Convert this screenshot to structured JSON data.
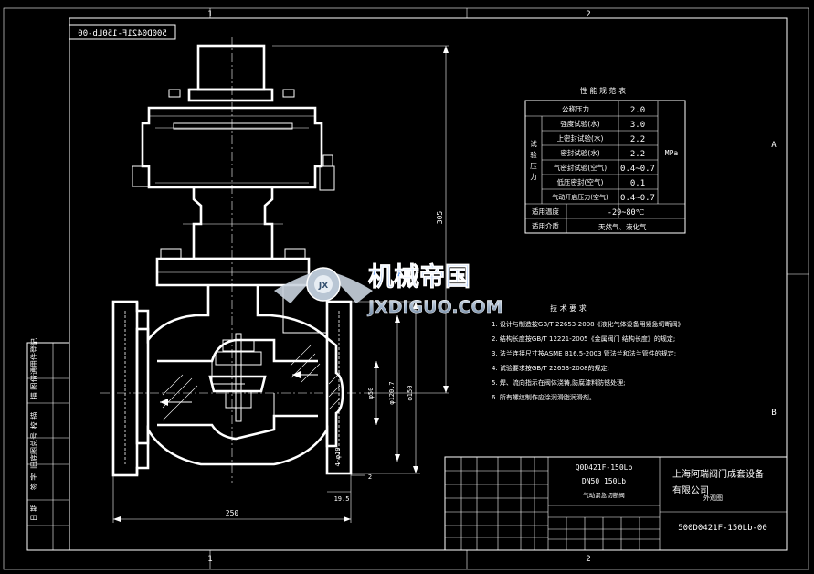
{
  "frame": {
    "zone_top_1": "1",
    "zone_top_2": "2",
    "zone_bottom_1": "1",
    "zone_bottom_2": "2",
    "zone_right_a": "A",
    "zone_right_b": "B"
  },
  "drawing_code_mirrored": "500D0421F-150Lb-00",
  "left_strip": [
    "借通用件登记",
    "描 图",
    "校 描",
    "旧底图总号",
    "签 字",
    "日 期"
  ],
  "spec_table": {
    "title": "性 能 规 范 表",
    "group_label": [
      "试",
      "验",
      "压",
      "力"
    ],
    "rows": [
      {
        "label": "公称压力",
        "value": "2.0"
      },
      {
        "label": "强度试验(水)",
        "value": "3.0"
      },
      {
        "label": "上密封试验(水)",
        "value": "2.2"
      },
      {
        "label": "密封试验(水)",
        "value": "2.2"
      },
      {
        "label": "气密封试验(空气)",
        "value": "0.4~0.7"
      },
      {
        "label": "低压密封(空气)",
        "value": "0.1"
      },
      {
        "label": "气动开启压力(空气)",
        "value": "0.4~0.7"
      }
    ],
    "unit": "MPa",
    "temp_label": "适用温度",
    "temp_value": "-29~80℃",
    "medium_label": "适用介质",
    "medium_value": "天然气、液化气"
  },
  "watermark": {
    "cn": "机械帝国",
    "en": "JXDIGUO.COM",
    "emblem": "JX"
  },
  "tech_req": {
    "title": "技 术 要 求",
    "items": [
      "1. 设计与制造按GB/T 22653-2008《液化气体设备用紧急切断阀》",
      "2. 结构长度按GB/T 12221-2005《金属阀门 结构长度》的规定;",
      "3. 法兰连接尺寸按ASME B16.5-2003 管法兰和法兰管件的规定;",
      "4. 试验要求按GB/T 22653-2008的规定;",
      "5. 焊、流向指示在阀体浇铸,防腐漆料防锈处理;",
      "6. 所有螺纹制作应涂润滑脂润滑剂。"
    ]
  },
  "dims": {
    "height": "305",
    "width": "250",
    "d1": "φ150",
    "d2": "φ120.7",
    "d3": "φ50",
    "d4": "4-φ19",
    "d5": "19.5",
    "d6": "2"
  },
  "title_block": {
    "model": "Q0D421F-150Lb",
    "size": "DN50  150Lb",
    "name": "气动紧急切断阀",
    "company_1": "上海阿瑞阀门成套设备",
    "company_2": "有限公司",
    "view": "外观图",
    "code": "500D0421F-150Lb-00"
  }
}
